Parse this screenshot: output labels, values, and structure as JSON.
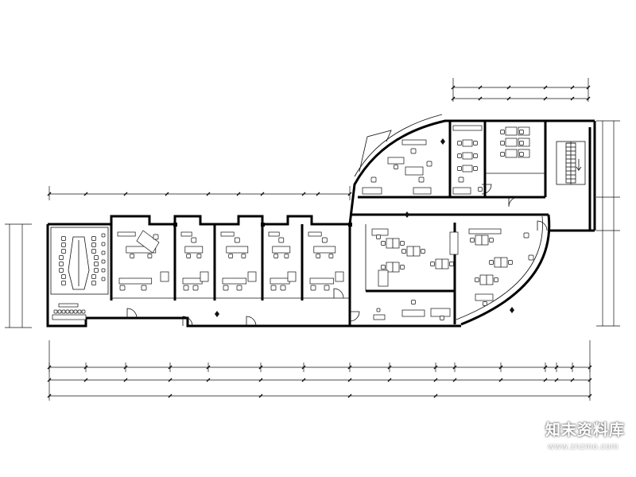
{
  "drawing": {
    "type": "office-floor-plan",
    "line_color": "#111111",
    "background": "#ffffff"
  },
  "watermark": {
    "brand_text": "知末资料库",
    "url_text": "www.znzmo.com",
    "text_color": "#ffffff",
    "shadow_color": "#6a6a6a"
  },
  "rooms": [
    {
      "name": "conference-room",
      "seats": 16
    },
    {
      "name": "office-1"
    },
    {
      "name": "office-2"
    },
    {
      "name": "office-3"
    },
    {
      "name": "office-4"
    },
    {
      "name": "office-5"
    },
    {
      "name": "open-office-north"
    },
    {
      "name": "open-office-south"
    },
    {
      "name": "stair-core"
    }
  ]
}
